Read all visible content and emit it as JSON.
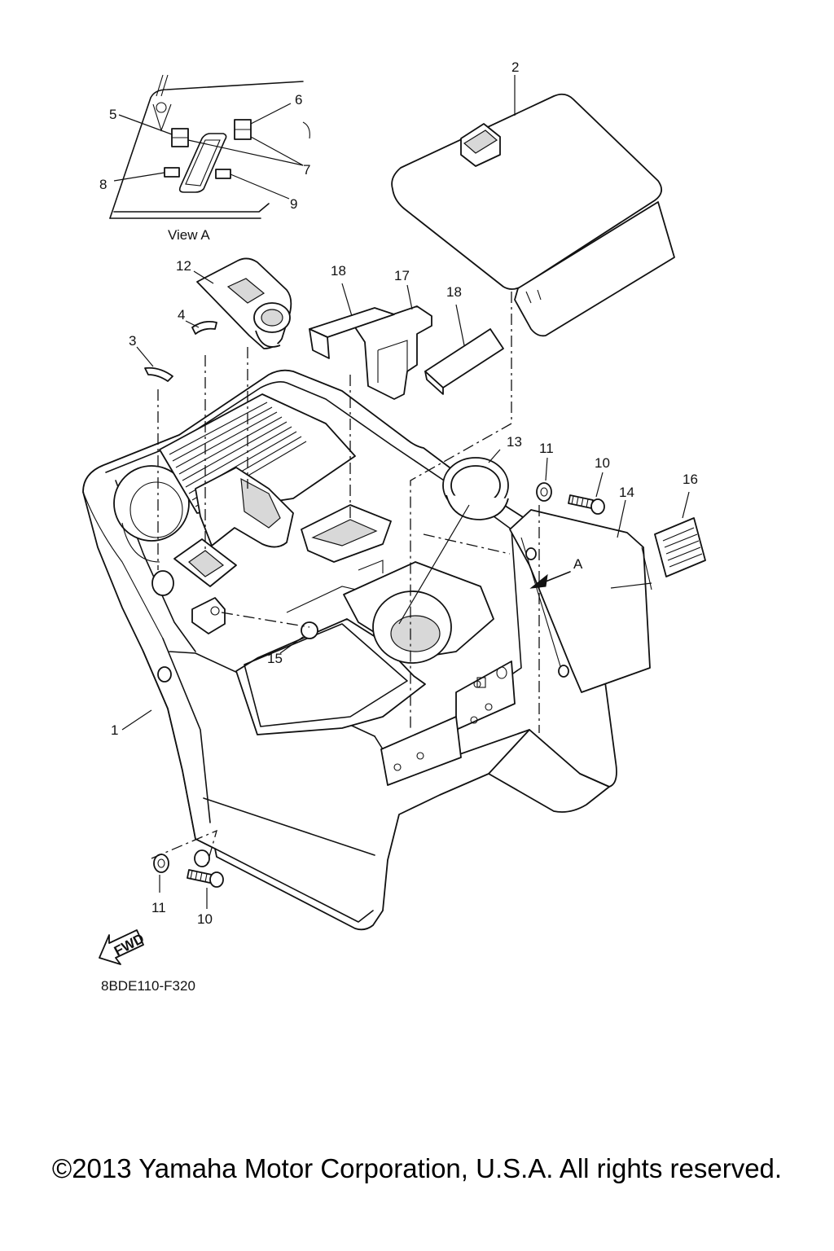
{
  "diagram": {
    "code": "8BDE110-F320",
    "view_label": "View A",
    "arrow_label": "A",
    "fwd_label": "FWD",
    "copyright": "©2013 Yamaha Motor Corporation, U.S.A. All rights reserved."
  },
  "callouts": [
    {
      "id": "c1",
      "text": "1"
    },
    {
      "id": "c2",
      "text": "2"
    },
    {
      "id": "c3",
      "text": "3"
    },
    {
      "id": "c4",
      "text": "4"
    },
    {
      "id": "c5",
      "text": "5"
    },
    {
      "id": "c6",
      "text": "6"
    },
    {
      "id": "c7",
      "text": "7"
    },
    {
      "id": "c8",
      "text": "8"
    },
    {
      "id": "c9",
      "text": "9"
    },
    {
      "id": "c10a",
      "text": "10"
    },
    {
      "id": "c10b",
      "text": "10"
    },
    {
      "id": "c11a",
      "text": "11"
    },
    {
      "id": "c11b",
      "text": "11"
    },
    {
      "id": "c12",
      "text": "12"
    },
    {
      "id": "c13",
      "text": "13"
    },
    {
      "id": "c14",
      "text": "14"
    },
    {
      "id": "c15",
      "text": "15"
    },
    {
      "id": "c16",
      "text": "16"
    },
    {
      "id": "c17",
      "text": "17"
    },
    {
      "id": "c18a",
      "text": "18"
    },
    {
      "id": "c18b",
      "text": "18"
    }
  ]
}
